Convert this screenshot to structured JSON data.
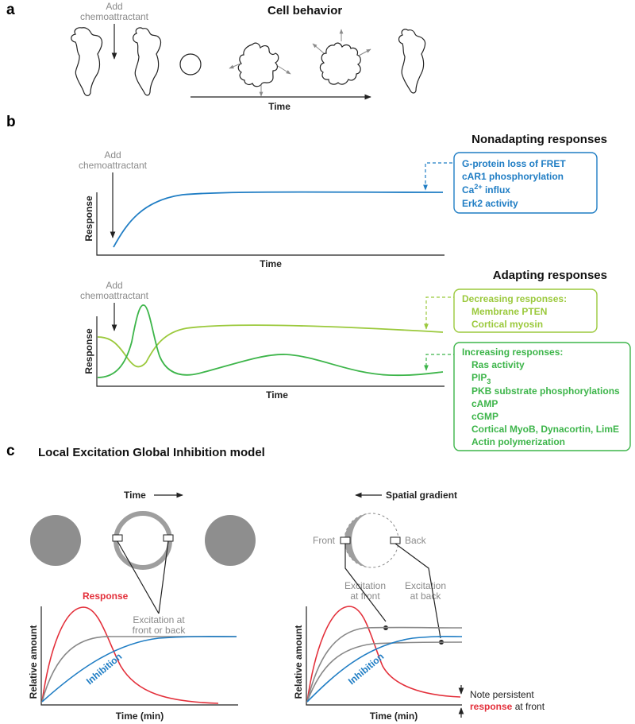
{
  "colors": {
    "blue": "#1f7dc4",
    "light_green": "#9bc93c",
    "green": "#3db54a",
    "red": "#e32f3a",
    "gray": "#8a8a8a"
  },
  "panel_a": {
    "letter": "a",
    "title": "Cell behavior",
    "add_label": [
      "Add",
      "chemoattractant"
    ],
    "time_label": "Time"
  },
  "panel_b": {
    "letter": "b",
    "nonadapting_title": "Nonadapting responses",
    "adapting_title": "Adapting responses",
    "add_label": [
      "Add",
      "chemoattractant"
    ],
    "ylabel": "Response",
    "xlabel": "Time",
    "nonadapting_box": [
      "G-protein loss of FRET",
      "cAR1 phosphorylation",
      "Erk2 activity"
    ],
    "ca_text": "Ca",
    "ca_sup": "2+",
    "ca_suffix": " influx",
    "decreasing_box": {
      "heading": "Decreasing responses:",
      "items": [
        "Membrane PTEN",
        "Cortical myosin"
      ]
    },
    "increasing_box": {
      "heading": "Increasing responses:",
      "items": [
        "Ras activity",
        "PKB substrate phosphorylations",
        "cAMP",
        "cGMP",
        "Cortical MyoB, Dynacortin, LimE",
        "Actin polymerization"
      ],
      "pip": "PIP",
      "pip_sub": "3"
    }
  },
  "panel_c": {
    "letter": "c",
    "title": "Local Excitation Global Inhibition model",
    "time_label": "Time",
    "gradient_label": "Spatial gradient",
    "front": "Front",
    "back": "Back",
    "excitation_front": [
      "Excitation",
      "at front"
    ],
    "excitation_back": [
      "Excitation",
      "at back"
    ],
    "excitation_either": [
      "Excitation at",
      "front or back"
    ],
    "response": "Response",
    "inhibition": "Inhibition",
    "ylabel": "Relative amount",
    "xlabel": "Time (min)",
    "note": [
      "Note persistent",
      "response",
      " at front"
    ]
  }
}
